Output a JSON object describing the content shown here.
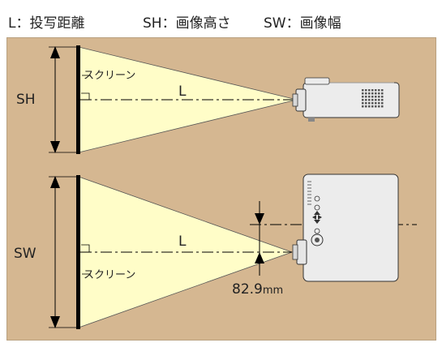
{
  "legend": {
    "l": "L：投写距離",
    "sh": "SH：画像高さ",
    "sw": "SW：画像幅"
  },
  "top_view": {
    "dimension_label": "SH",
    "screen_label": "スクリーン",
    "distance_label": "L"
  },
  "bottom_view": {
    "dimension_label": "SW",
    "screen_label": "スクリーン",
    "distance_label": "L",
    "offset_value": "82.9",
    "offset_unit": "mm"
  },
  "colors": {
    "background": "#d5b791",
    "beam": "#fffdc8",
    "screen": "#000000",
    "projector": "#ececec"
  }
}
